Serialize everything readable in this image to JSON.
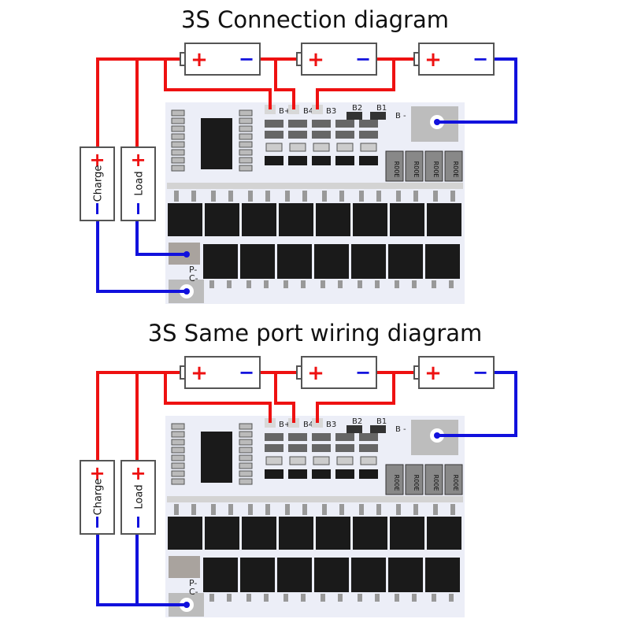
{
  "diagrams": [
    {
      "title": "3S Connection diagram",
      "mode": "separate",
      "charge_label": "Charge",
      "load_label": "Load"
    },
    {
      "title": "3S Same port wiring diagram",
      "mode": "same-port",
      "charge_label": "Charge",
      "load_label": "Load"
    }
  ],
  "battery": {
    "plus": "+",
    "minus": "−"
  },
  "terminal": {
    "plus": "+",
    "minus": "−"
  },
  "board_labels": {
    "bplus": "B+",
    "b4": "B4",
    "b3": "B3",
    "b2": "B2",
    "b1": "B1",
    "bminus": "B -",
    "pminus": "P-",
    "cminus": "C-",
    "resistor": "R00E"
  },
  "colors": {
    "positive": "#ee1111",
    "negative": "#1111dd",
    "board": "#eceef7",
    "component": "#1a1a1a"
  }
}
